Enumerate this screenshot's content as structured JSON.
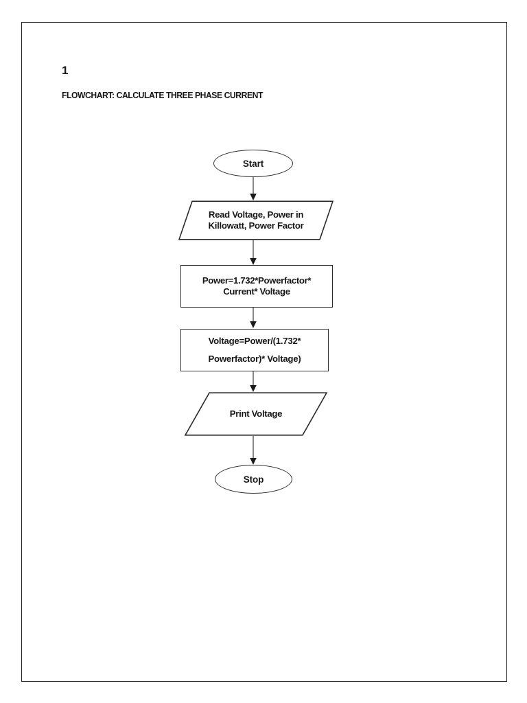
{
  "document": {
    "page_number": "1",
    "title": "FLOWCHART: CALCULATE THREE PHASE CURRENT",
    "background_color": "#ffffff",
    "border_color": "#231f20"
  },
  "chart_data": {
    "type": "diagram",
    "diagram_kind": "flowchart",
    "orientation": "vertical",
    "title": "FLOWCHART: CALCULATE THREE PHASE CURRENT",
    "stroke_color": "#2b2b2e",
    "text_color": "#17171a",
    "nodes": [
      {
        "id": "start",
        "shape": "oval",
        "label": "Start"
      },
      {
        "id": "read",
        "shape": "parallelogram",
        "label": "Read Voltage, Power in\nKillowatt, Power Factor"
      },
      {
        "id": "power",
        "shape": "rectangle",
        "label": "Power=1.732*Powerfactor*\nCurrent* Voltage"
      },
      {
        "id": "voltage",
        "shape": "rectangle",
        "label": "Voltage=Power/(1.732*\nPowerfactor)* Voltage)"
      },
      {
        "id": "print",
        "shape": "parallelogram",
        "label": "Print Voltage"
      },
      {
        "id": "stop",
        "shape": "oval",
        "label": "Stop"
      }
    ],
    "edges": [
      {
        "from": "start",
        "to": "read",
        "label": ""
      },
      {
        "from": "read",
        "to": "power",
        "label": ""
      },
      {
        "from": "power",
        "to": "voltage",
        "label": ""
      },
      {
        "from": "voltage",
        "to": "print",
        "label": ""
      },
      {
        "from": "print",
        "to": "stop",
        "label": ""
      }
    ]
  }
}
